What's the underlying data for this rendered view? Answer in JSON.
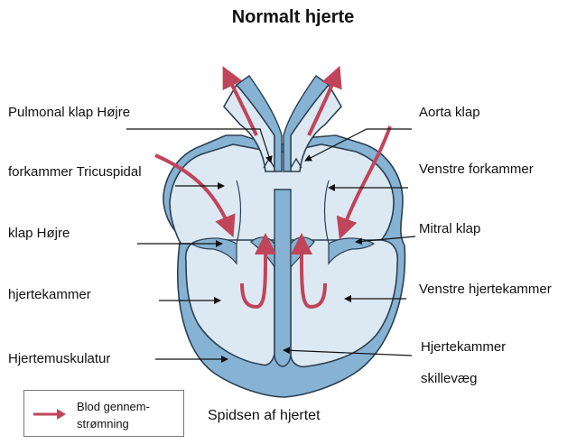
{
  "title": "Normalt hjerte",
  "labels": {
    "pulmonal": "Pulmonal klap Højre",
    "forkammer_tricuspidal": "forkammer Tricuspidal",
    "klap_hojre": "klap Højre",
    "hjertekammer": "hjertekammer",
    "hjertemuskulatur": "Hjertemuskulatur",
    "aorta": "Aorta klap",
    "venstre_forkammer": "Venstre  forkammer",
    "mitral": "Mitral klap",
    "venstre_hjertekammer": "Venstre  hjertekammer",
    "skillevaeg_line1": "Hjertekammer",
    "skillevaeg_line2": "skillevæg"
  },
  "apex_label": "Spidsen  af hjertet",
  "legend": {
    "line1": "Blod gennem-",
    "line2": "strømning"
  },
  "colors": {
    "muscle": "#86b3d3",
    "chamber": "#dce9f3",
    "outline": "#2d3f52",
    "flow_arrow": "#c0455a",
    "pointer": "#111111"
  }
}
